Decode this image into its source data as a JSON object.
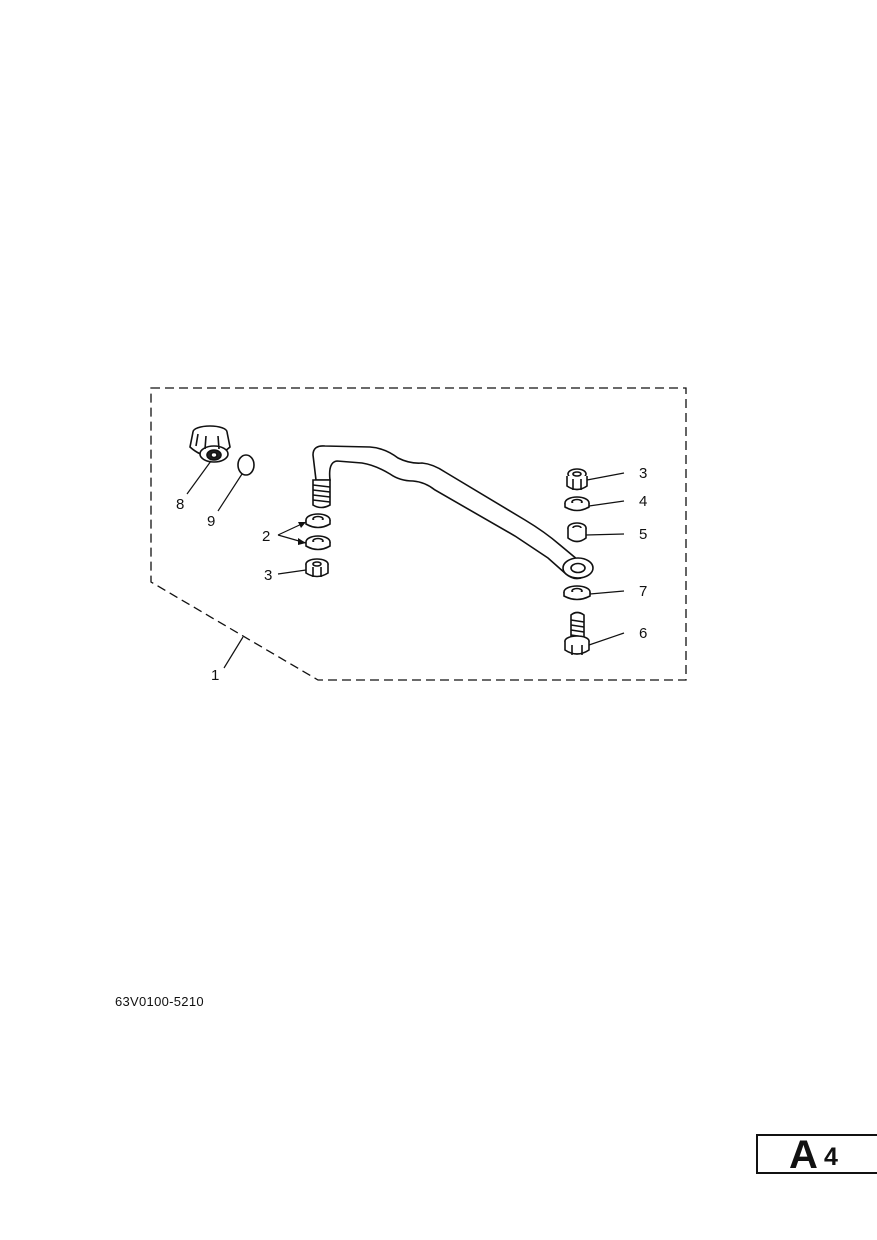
{
  "diagram": {
    "callouts": {
      "assembly": "1",
      "washer_pair": "2",
      "nut_left": "3",
      "nut_right": "3",
      "washer_top": "4",
      "collar": "5",
      "bolt": "6",
      "washer_bottom": "7",
      "grommet": "8",
      "o_ring": "9"
    }
  },
  "footer": {
    "part_code": "63V0100-5210",
    "page_letter": "A",
    "page_number": "4"
  }
}
